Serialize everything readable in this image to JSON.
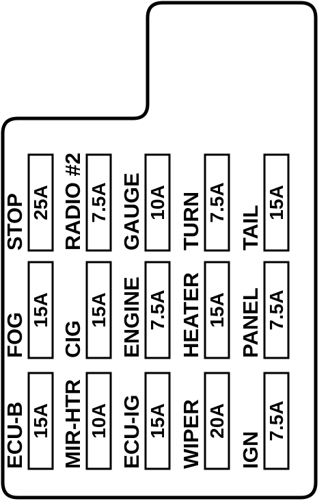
{
  "colors": {
    "line": "#000000",
    "background": "#ffffff"
  },
  "fuse_rows": [
    [
      {
        "name": "STOP",
        "rating": "25A"
      },
      {
        "name": "RADIO #2",
        "rating": "7.5A"
      },
      {
        "name": "GAUGE",
        "rating": "10A"
      },
      {
        "name": "TURN",
        "rating": "7.5A"
      },
      {
        "name": "TAIL",
        "rating": "15A"
      }
    ],
    [
      {
        "name": "FOG",
        "rating": "15A"
      },
      {
        "name": "CIG",
        "rating": "15A"
      },
      {
        "name": "ENGINE",
        "rating": "7.5A"
      },
      {
        "name": "HEATER",
        "rating": "15A"
      },
      {
        "name": "PANEL",
        "rating": "7.5A"
      }
    ],
    [
      {
        "name": "ECU-B",
        "rating": "15A"
      },
      {
        "name": "MIR-HTR",
        "rating": "10A"
      },
      {
        "name": "ECU-IG",
        "rating": "15A"
      },
      {
        "name": "WIPER",
        "rating": "20A"
      },
      {
        "name": "IGN",
        "rating": "7.5A"
      }
    ]
  ]
}
